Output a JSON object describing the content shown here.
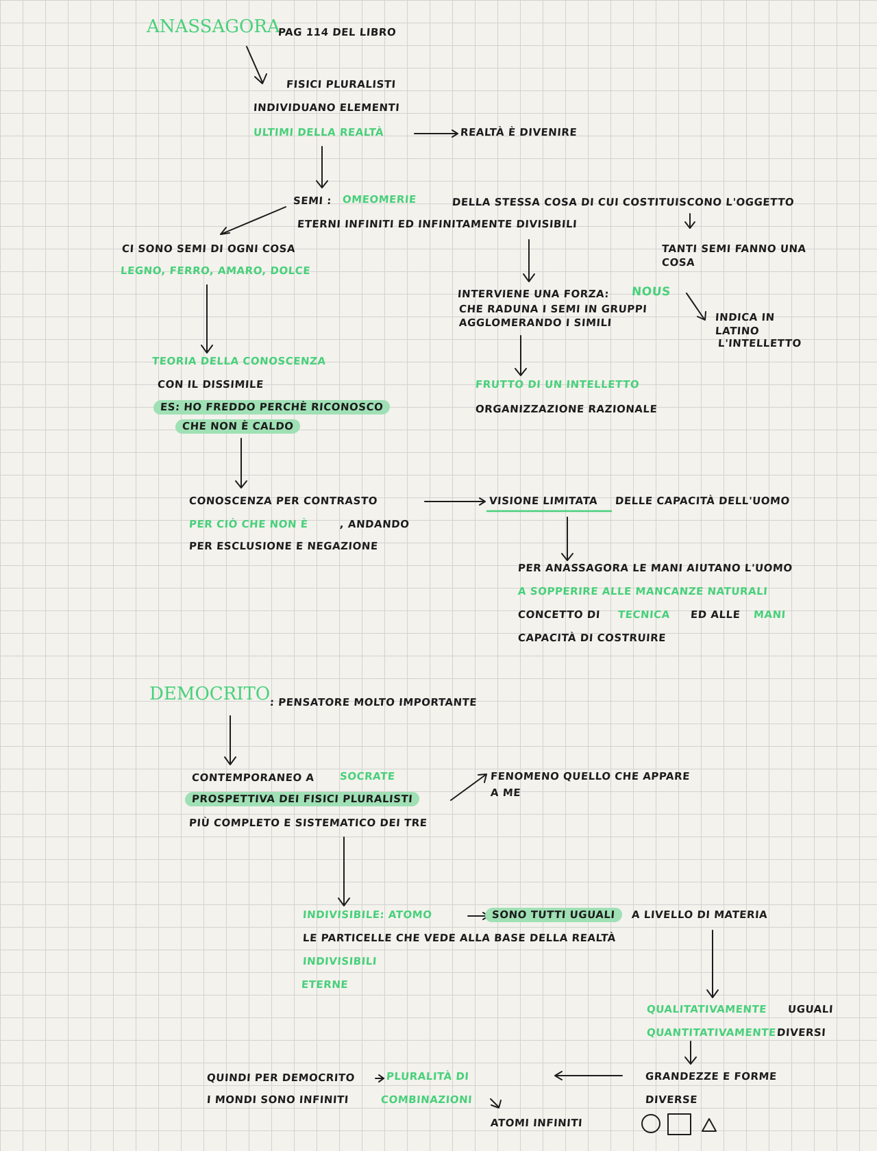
{
  "anassagora": {
    "title": "ANASSAGORA",
    "page_ref": "PAG 114 DEL LIBRO",
    "fisici_1": "FISICI PLURALISTI",
    "fisici_2": "INDIVIDUANO ELEMENTI",
    "ultimi": "ULTIMI DELLA REALTÀ",
    "realta": "REALTÀ È DIVENIRE",
    "semi_label": "SEMI :",
    "omeomerie": "OMEOMERIE",
    "semi_rest": "DELLA STESSA COSA DI CUI COSTITUISCONO L'OGGETTO",
    "eterni": "ETERNI INFINITI ED INFINITAMENTE DIVISIBILI",
    "tanti_1": "TANTI SEMI FANNO UNA",
    "tanti_2": "COSA",
    "ci_sono": "CI SONO SEMI DI OGNI COSA",
    "legno": "LEGNO, FERRO, AMARO, DOLCE",
    "interviene": "INTERVIENE UNA FORZA:",
    "nous": "NOUS",
    "raduna_1": "CHE RADUNA I SEMI IN GRUPPI",
    "raduna_2": "AGGLOMERANDO I SIMILI",
    "indica_1": "INDICA IN",
    "indica_2": "LATINO",
    "indica_3": "L'INTELLETTO",
    "teoria": "TEORIA DELLA CONOSCENZA",
    "dissimile": "CON IL DISSIMILE",
    "es_1": "ES: HO FREDDO PERCHÈ RICONOSCO",
    "es_2": "CHE NON È CALDO",
    "frutto": "FRUTTO DI UN INTELLETTO",
    "organizzazione": "ORGANIZZAZIONE RAZIONALE",
    "contrasto": "CONOSCENZA PER CONTRASTO",
    "per_cio": "PER CIÒ CHE NON È",
    "andando": ", ANDANDO",
    "esclusione": "PER ESCLUSIONE E NEGAZIONE",
    "visione": "VISIONE LIMITATA",
    "capacita": "DELLE CAPACITÀ DELL'UOMO",
    "mani_1": "PER ANASSAGORA LE MANI AIUTANO L'UOMO",
    "mani_2": "A SOPPERIRE ALLE MANCANZE NATURALI",
    "concetto": "CONCETTO DI",
    "tecnica": "TECNICA",
    "ed_alle": "ED ALLE",
    "mani": "MANI",
    "costruire": "CAPACITÀ DI COSTRUIRE"
  },
  "democrito": {
    "title": "DEMOCRITO",
    "pensatore": ": PENSATORE MOLTO IMPORTANTE",
    "contemporaneo": "CONTEMPORANEO A",
    "socrate": "SOCRATE",
    "prospettiva": "PROSPETTIVA DEI FISICI PLURALISTI",
    "completo": "PIÙ COMPLETO E SISTEMATICO DEI TRE",
    "fenomeno_1": "FENOMENO QUELLO CHE APPARE",
    "fenomeno_2": "A ME",
    "indivisibile": "INDIVISIBILE: ATOMO",
    "uguali": "SONO TUTTI UGUALI",
    "livello": "A LIVELLO DI MATERIA",
    "particelle": "LE PARTICELLE CHE VEDE ALLA BASE DELLA REALTÀ",
    "indivisibili": "INDIVISIBILI",
    "eterne": "ETERNE",
    "qualitativamente": "QUALITATIVAMENTE",
    "uguali2": "UGUALI",
    "quantitativamente": "QUANTITATIVAMENTE",
    "diversi": "DIVERSI",
    "grandezze_1": "GRANDEZZE E FORME",
    "grandezze_2": "DIVERSE",
    "quindi": "QUINDI PER DEMOCRITO",
    "pluralita": "PLURALITÀ DI",
    "mondi": "I MONDI SONO INFINITI",
    "combinazioni": "COMBINAZIONI",
    "atomi": "ATOMI INFINITI"
  },
  "colors": {
    "green": "#48d07a",
    "highlight": "#9fe0b5",
    "ink": "#1c1c1c"
  },
  "icons": [
    "circle-shape-icon",
    "square-shape-icon",
    "triangle-shape-icon"
  ]
}
